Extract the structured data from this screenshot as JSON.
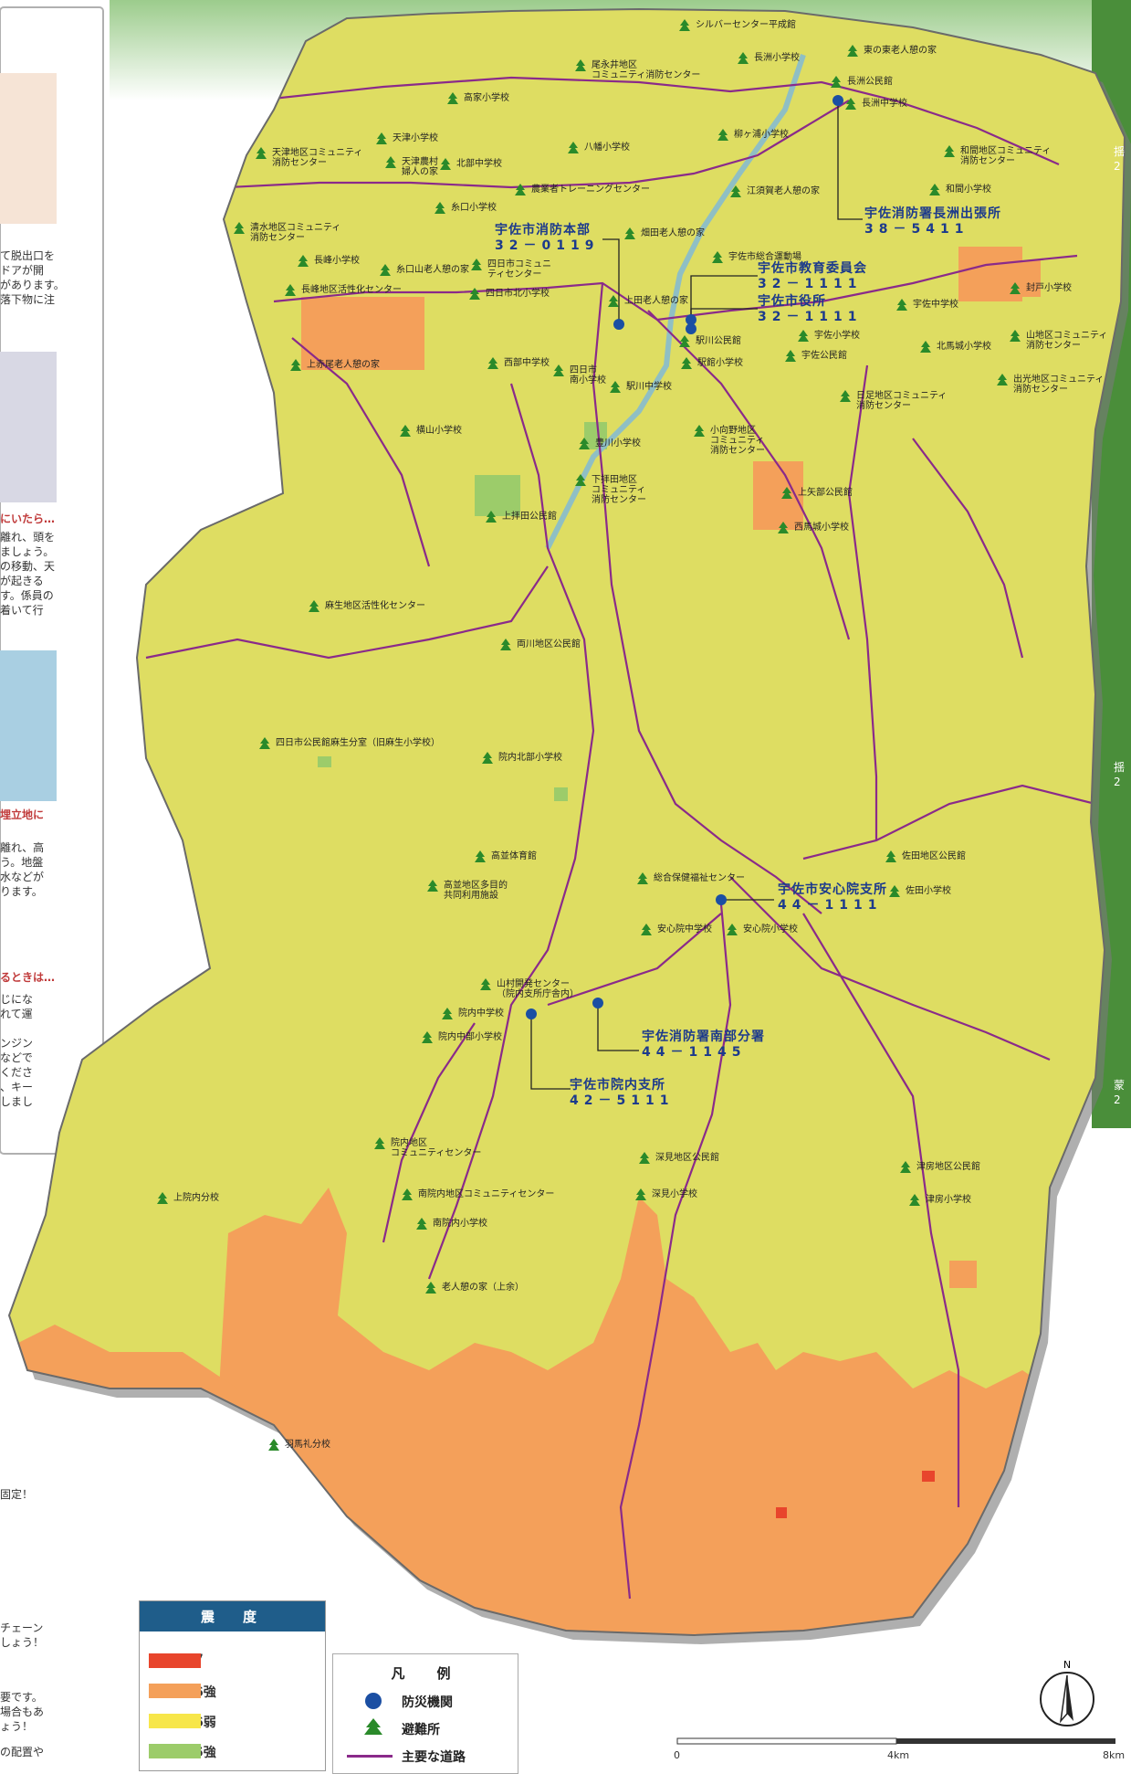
{
  "legend": {
    "intensity_title": "震　度",
    "intensity_levels": [
      {
        "label": "7",
        "color": "#e8452c"
      },
      {
        "label": "6強",
        "color": "#f4a05a"
      },
      {
        "label": "6弱",
        "color": "#f7e64a"
      },
      {
        "label": "5強",
        "color": "#9ccc6a"
      }
    ],
    "symbol_title": "凡　例",
    "symbols": [
      {
        "label": "防災機関",
        "icon": "blue-dot-icon",
        "color": "#1b4fa3"
      },
      {
        "label": "避難所",
        "icon": "evacuation-shelter-icon",
        "color": "#2a8a2a"
      },
      {
        "label": "主要な道路",
        "icon": "road-line-icon",
        "color": "#8a2a8a"
      }
    ]
  },
  "scale": {
    "labels": [
      "0",
      "4km",
      "8km"
    ]
  },
  "compass": {
    "label": "N"
  },
  "colors": {
    "road": "#8a2a8a",
    "river": "#8fbfc4",
    "base": "#dedd62"
  },
  "institutions": [
    {
      "name": "宇佐市消防本部",
      "phone": "32－0119"
    },
    {
      "name": "宇佐市教育委員会",
      "phone": "32－1111"
    },
    {
      "name": "宇佐市役所",
      "phone": "32－1111"
    },
    {
      "name": "宇佐消防署長洲出張所",
      "phone": "38－5411"
    },
    {
      "name": "宇佐市安心院支所",
      "phone": "44－1111"
    },
    {
      "name": "宇佐消防署南部分署",
      "phone": "44－1145"
    },
    {
      "name": "宇佐市院内支所",
      "phone": "42－5111"
    }
  ],
  "shelters": [
    "シルバーセンター平成館",
    "長洲小学校",
    "東の東老人憩の家",
    "長洲公民館",
    "長洲中学校",
    "尾永井地区\nコミュニティ消防センター",
    "高家小学校",
    "天津小学校",
    "天津地区コミュニティ\n消防センター",
    "天津農村\n婦人の家",
    "北部中学校",
    "八幡小学校",
    "柳ヶ浦小学校",
    "和間地区コミュニティ\n消防センター",
    "農業者トレーニングセンター",
    "江須賀老人憩の家",
    "和間小学校",
    "糸口小学校",
    "清水地区コミュニティ\n消防センター",
    "畑田老人憩の家",
    "宇佐市総合運動場",
    "長峰小学校",
    "糸口山老人憩の家",
    "四日市コミュニ\nティセンター",
    "長峰地区活性化センター",
    "四日市北小学校",
    "上田老人憩の家",
    "宇佐中学校",
    "封戸小学校",
    "駅川公民館",
    "宇佐小学校",
    "北馬城小学校",
    "山地区コミュニティ\n消防センター",
    "上赤尾老人憩の家",
    "西部中学校",
    "駅館小学校",
    "宇佐公民館",
    "四日市\n南小学校",
    "駅川中学校",
    "出光地区コミュニティ\n消防センター",
    "日足地区コミュニティ\n消防センター",
    "横山小学校",
    "小向野地区\nコミュニティ\n消防センター",
    "豊川小学校",
    "下拝田地区\nコミュニティ\n消防センター",
    "上矢部公民館",
    "上拝田公民館",
    "西馬城小学校",
    "麻生地区活性化センター",
    "両川地区公民館",
    "四日市公民館麻生分室（旧麻生小学校）",
    "院内北部小学校",
    "高並体育館",
    "高並地区多目的\n共同利用施設",
    "総合保健福祉センター",
    "佐田地区公民館",
    "佐田小学校",
    "安心院中学校",
    "安心院小学校",
    "山村開発センター\n（院内支所庁舎内）",
    "院内中学校",
    "院内中部小学校",
    "院内地区\nコミュニティセンター",
    "深見地区公民館",
    "上院内分校",
    "南院内地区コミュニティセンター",
    "津房地区公民館",
    "深見小学校",
    "津房小学校",
    "南院内小学校",
    "老人憩の家（上余）",
    "羽馬礼分校"
  ],
  "left_panel": [
    "て脱出口を\nドアが開\nがあります。\n落下物に注",
    "にいたら…",
    "離れ、頭を\nましょう。\nの移動、天\nが起きる\nす。係員の\n着いて行",
    "埋立地に",
    "離れ、高\nう。地盤\n水などが\nります。",
    "るときは…",
    "じにな\nれて運\n\nンジン\nなどで\nくださ\n、キー\nしまし",
    "固定！",
    "チェーン\nしょう！",
    "要です。\n場合もあ\nょう！",
    "の配置や"
  ],
  "right_edge": [
    "揺\n2",
    "揺\n2",
    "蒙\n2"
  ]
}
